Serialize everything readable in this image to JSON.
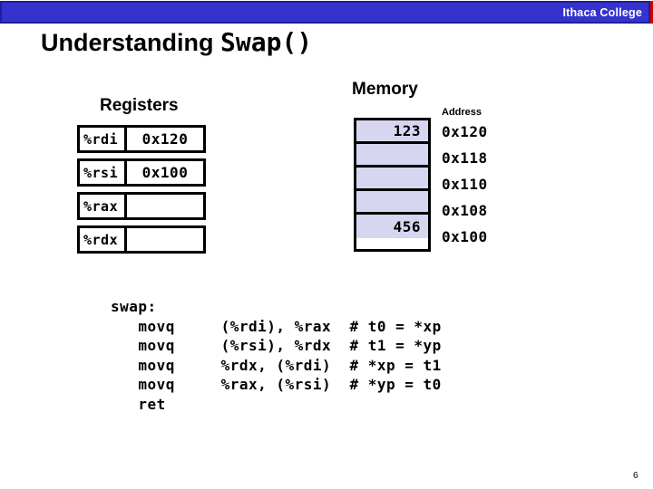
{
  "banner": {
    "school": "Ithaca College"
  },
  "title": {
    "prefix": "Understanding ",
    "code": "Swap()"
  },
  "registers": {
    "heading": "Registers",
    "rows": [
      {
        "name": "%rdi",
        "value": "0x120"
      },
      {
        "name": "%rsi",
        "value": "0x100"
      },
      {
        "name": "%rax",
        "value": ""
      },
      {
        "name": "%rdx",
        "value": ""
      }
    ]
  },
  "memory": {
    "heading": "Memory",
    "address_label": "Address",
    "cells": [
      {
        "value": "123",
        "address": "0x120"
      },
      {
        "value": "",
        "address": "0x118"
      },
      {
        "value": "",
        "address": "0x110"
      },
      {
        "value": "",
        "address": "0x108"
      },
      {
        "value": "456",
        "address": "0x100"
      }
    ]
  },
  "code": {
    "label": "swap",
    "lines": [
      "swap:",
      "   movq     (%rdi), %rax  # t0 = *xp",
      "   movq     (%rsi), %rdx  # t1 = *yp",
      "   movq     %rdx, (%rdi)  # *xp = t1",
      "   movq     %rax, (%rsi)  # *yp = t0",
      "   ret"
    ]
  },
  "footer": {
    "page_number": "6"
  },
  "colors": {
    "banner_fill": "#3433cd",
    "banner_border": "#201e9e",
    "banner_accent_red": "#cc0000",
    "memory_cell_fill": "#d6d6f0"
  }
}
